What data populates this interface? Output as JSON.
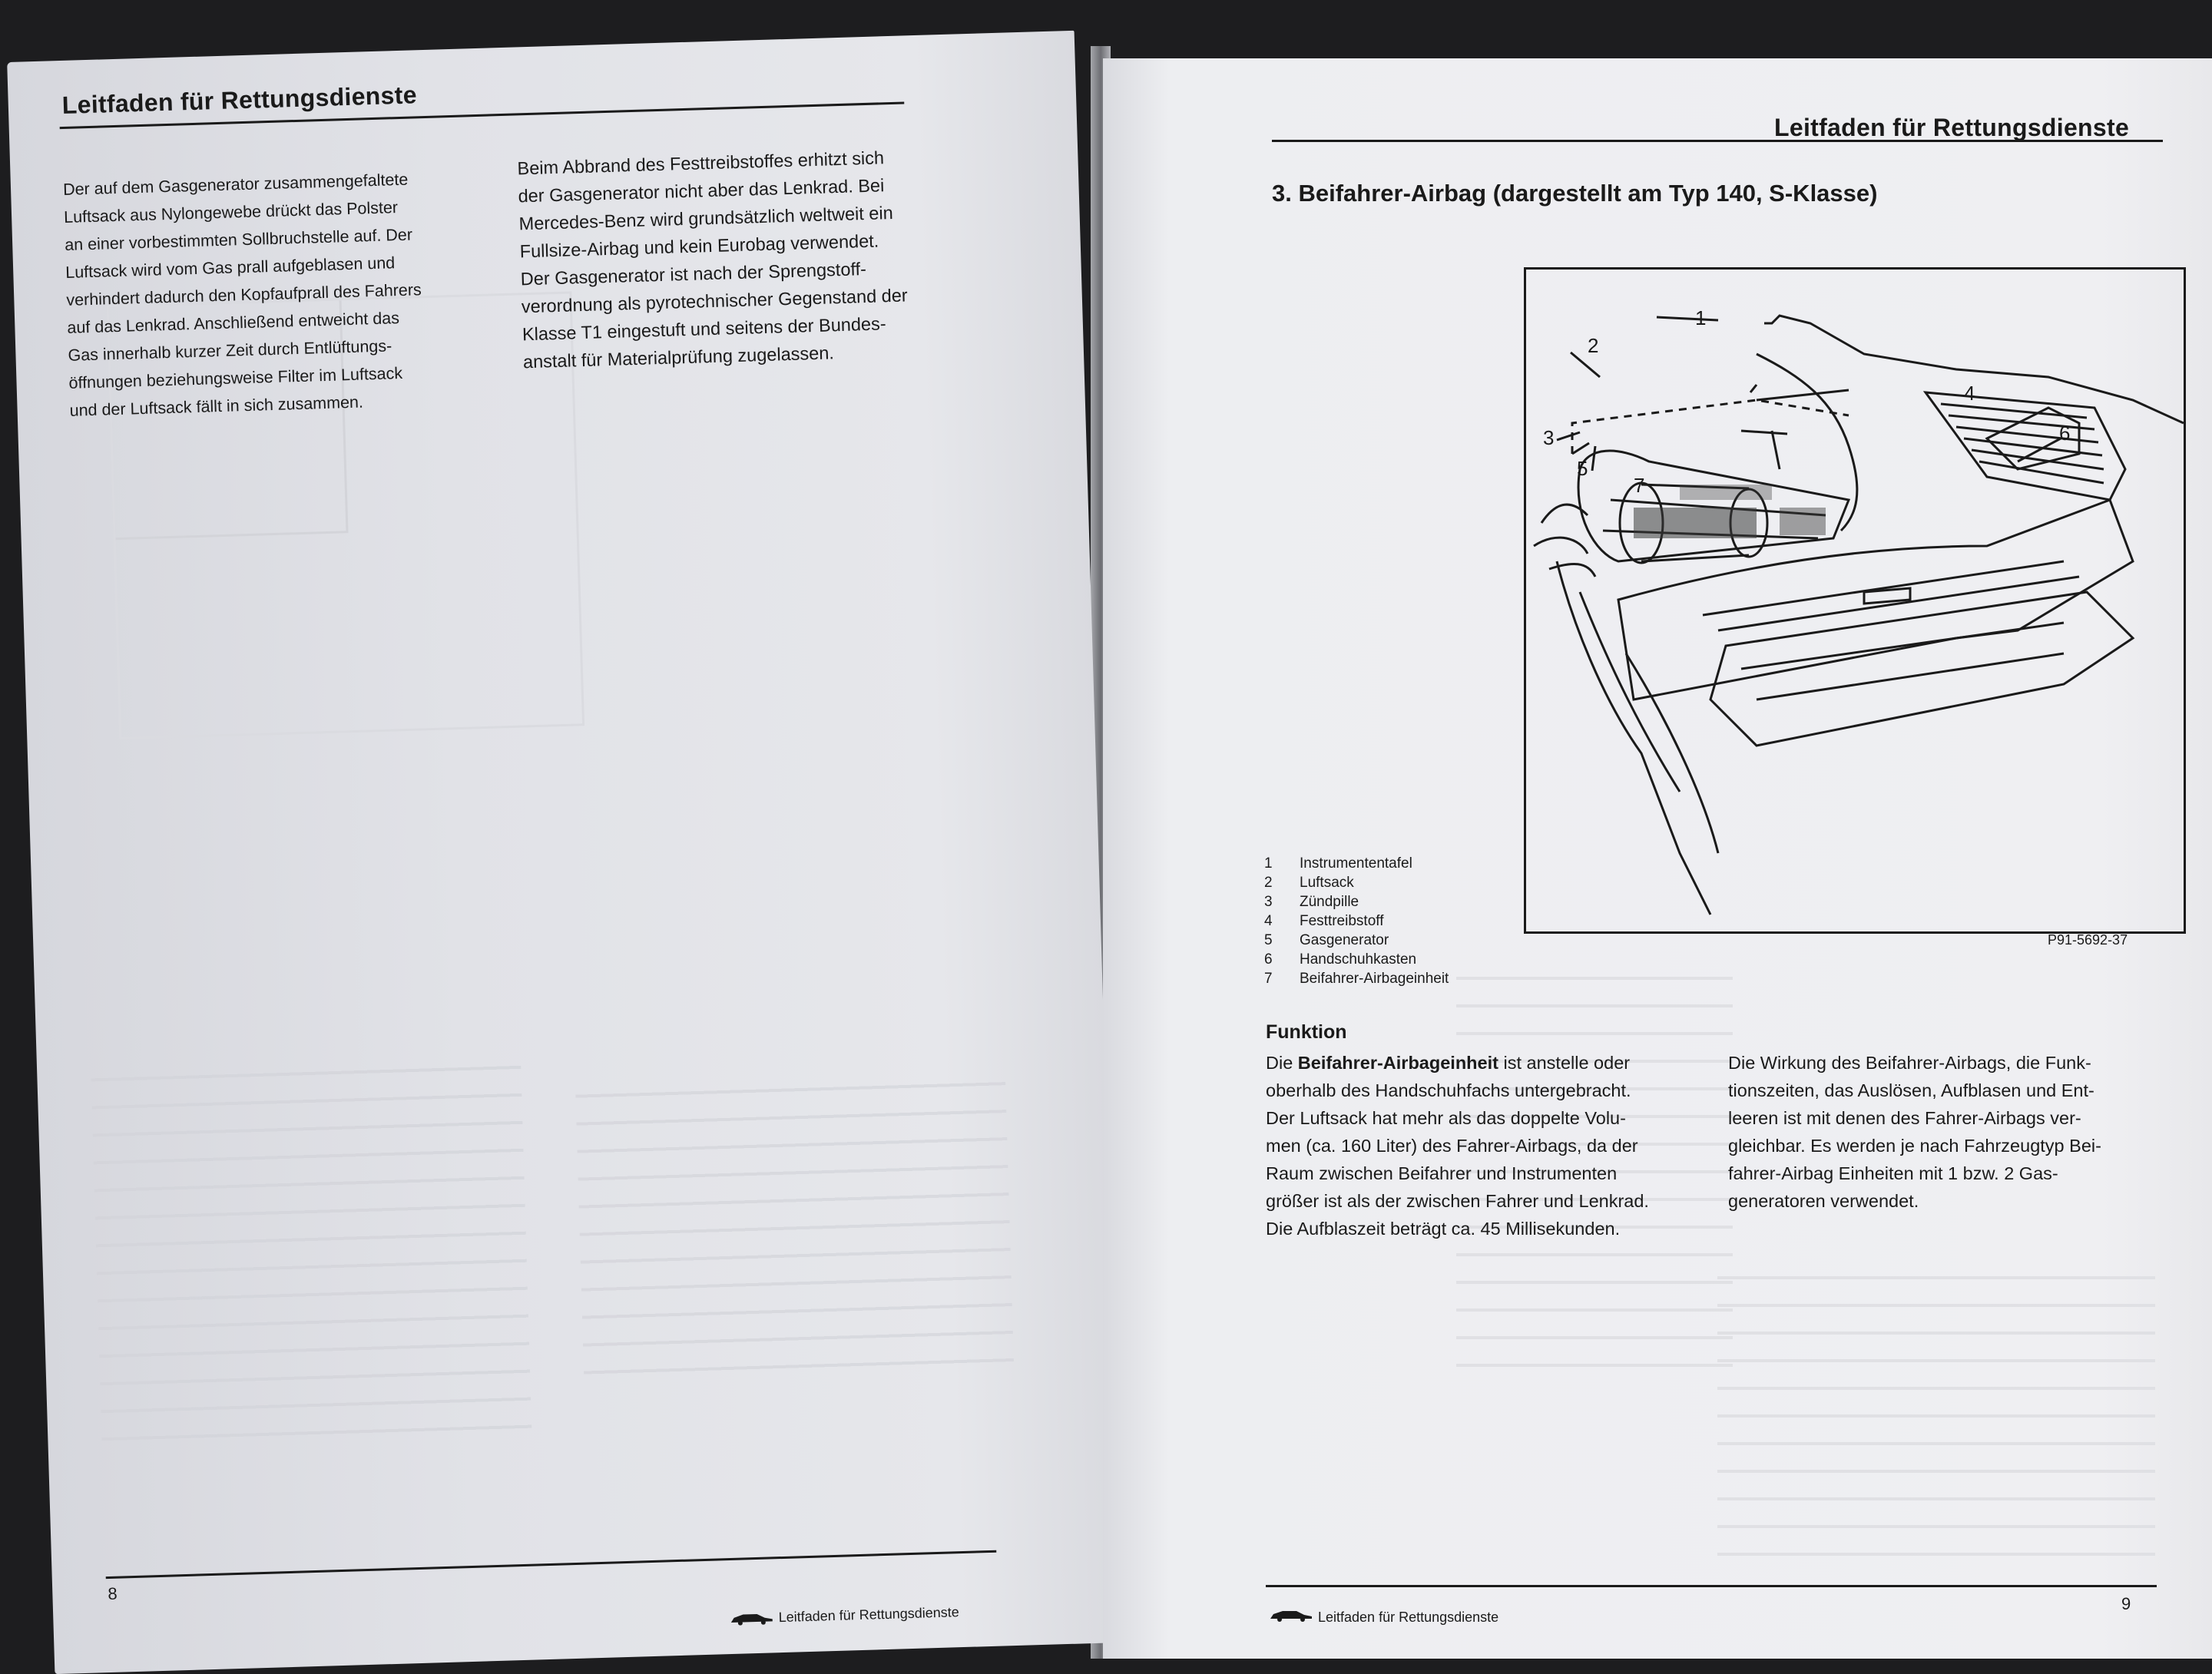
{
  "left_page": {
    "header": "Leitfaden für Rettungsdienste",
    "column1": [
      "Der auf dem Gasgenerator zusammengefaltete",
      "Luftsack aus Nylongewebe drückt das Polster",
      "an einer vorbestimmten Sollbruchstelle auf. Der",
      "Luftsack wird vom Gas prall aufgeblasen und",
      "verhindert dadurch den Kopfaufprall des Fahrers",
      "auf das Lenkrad. Anschließend entweicht das",
      "Gas innerhalb kurzer Zeit durch Entlüftungs-",
      "öffnungen beziehungsweise Filter im Luftsack",
      "und der Luftsack fällt in sich zusammen."
    ],
    "column2": [
      "Beim Abbrand des Festtreibstoffes erhitzt sich",
      "der Gasgenerator nicht aber das Lenkrad. Bei",
      "Mercedes-Benz wird grundsätzlich weltweit ein",
      "Fullsize-Airbag und kein Eurobag verwendet.",
      "Der Gasgenerator ist nach der Sprengstoff-",
      "verordnung als pyrotechnischer Gegenstand der",
      "Klasse T1 eingestuft und seitens der Bundes-",
      "anstalt für Materialprüfung zugelassen."
    ],
    "page_number": "8",
    "footer": "Leitfaden für Rettungsdienste"
  },
  "right_page": {
    "header": "Leitfaden für Rettungsdienste",
    "section_heading": "3.  Beifahrer-Airbag (dargestellt am Typ 140, S-Klasse)",
    "figure": {
      "callouts": [
        "1",
        "2",
        "3",
        "4",
        "5",
        "6",
        "7"
      ],
      "legend": [
        {
          "num": "1",
          "label": "Instrumententafel"
        },
        {
          "num": "2",
          "label": "Luftsack"
        },
        {
          "num": "3",
          "label": "Zündpille"
        },
        {
          "num": "4",
          "label": "Festtreibstoff"
        },
        {
          "num": "5",
          "label": "Gasgenerator"
        },
        {
          "num": "6",
          "label": "Handschuhkasten"
        },
        {
          "num": "7",
          "label": "Beifahrer-Airbageinheit"
        }
      ],
      "code": "P91-5692-37"
    },
    "function_heading": "Funktion",
    "function_col1": {
      "intro": "Die ",
      "bold": "Beifahrer-Airbageinheit",
      "lines": [
        " ist anstelle oder",
        "oberhalb des Handschuhfachs untergebracht.",
        "Der Luftsack hat mehr als das doppelte Volu-",
        "men (ca. 160 Liter) des Fahrer-Airbags, da der",
        "Raum zwischen Beifahrer und Instrumenten",
        "größer ist als der zwischen Fahrer und Lenkrad.",
        "Die Aufblaszeit beträgt ca. 45 Millisekunden."
      ]
    },
    "function_col2": [
      "Die Wirkung des Beifahrer-Airbags, die Funk-",
      "tionszeiten, das Auslösen, Aufblasen und Ent-",
      "leeren ist mit denen des Fahrer-Airbags ver-",
      "gleichbar. Es werden je nach Fahrzeugtyp Bei-",
      "fahrer-Airbag Einheiten mit 1 bzw. 2 Gas-",
      "generatoren verwendet."
    ],
    "page_number": "9",
    "footer": "Leitfaden für Rettungsdienste"
  }
}
